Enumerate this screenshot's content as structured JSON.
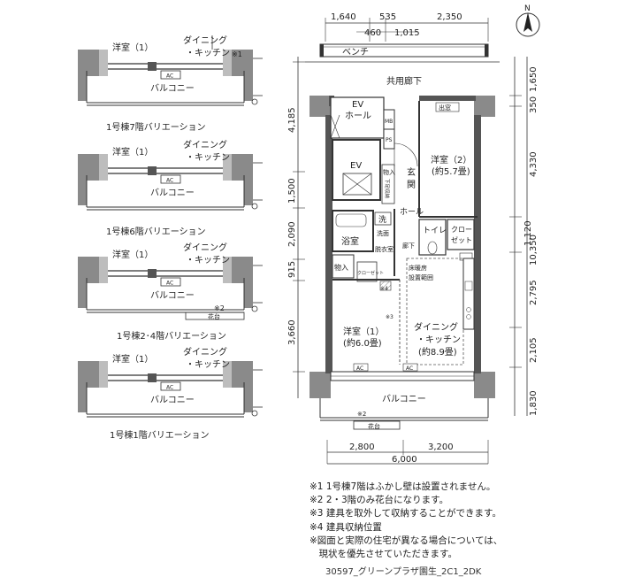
{
  "variations": [
    {
      "room": "洋室（1）",
      "dining": "ダイニング",
      "kitchen": "・キッチン",
      "note": "※1",
      "ac": "AC",
      "balcony": "バルコニー",
      "caption": "1号棟7階バリエーション",
      "planter": ""
    },
    {
      "room": "洋室（1）",
      "dining": "ダイニング",
      "kitchen": "・キッチン",
      "note": "",
      "ac": "AC",
      "balcony": "バルコニー",
      "caption": "1号棟6階バリエーション",
      "planter": ""
    },
    {
      "room": "洋室（1）",
      "dining": "ダイニング",
      "kitchen": "・キッチン",
      "note": "※2",
      "ac": "AC",
      "balcony": "バルコニー",
      "caption": "1号棟2･4階バリエーション",
      "planter": "花台"
    },
    {
      "room": "洋室（1）",
      "dining": "ダイニング",
      "kitchen": "・キッチン",
      "note": "",
      "ac": "AC",
      "balcony": "バルコニー",
      "caption": "1号棟1階バリエーション",
      "planter": ""
    }
  ],
  "dims": {
    "top_row1": [
      "1,640",
      "535",
      "2,350"
    ],
    "top_row2": [
      "460",
      "1,015"
    ],
    "left": [
      "4,185",
      "1,500",
      "2,090",
      "915",
      "3,660"
    ],
    "right": [
      "1,650",
      "350",
      "4,330",
      "1,120",
      "2,795",
      "2,105",
      "1,830"
    ],
    "right_total": "10,350",
    "bottom_row1": [
      "2,800",
      "3,200"
    ],
    "bottom_total": "6,000"
  },
  "labels": {
    "bench": "ベンチ",
    "corridor": "共用廊下",
    "ev_hall_1": "EV",
    "ev_hall_2": "ホール",
    "ev": "EV",
    "mb": "MB",
    "ps": "PS",
    "window": "出窓",
    "storage": "物入",
    "shoe": "下足収納",
    "entrance_1": "玄",
    "entrance_2": "関",
    "hall": "ホール",
    "western2_1": "洋室（2）",
    "western2_2": "(約5.7畳)",
    "wash": "洗",
    "bath": "浴室",
    "dress_1": "洗面",
    "dress_2": "脱衣室",
    "toilet": "トイレ",
    "closet_1": "クロー",
    "closet_2": "ゼット",
    "corridor2": "廊下",
    "storage2": "物入",
    "closet_small": "クローゼット",
    "floor_heat_1": "床暖房",
    "floor_heat_2": "設置範囲",
    "n4": "※4",
    "n3": "※3",
    "western1_1": "洋室（1）",
    "western1_2": "(約6.0畳)",
    "dk_1": "ダイニング",
    "dk_2": "・キッチン",
    "dk_3": "(約8.9畳)",
    "ac": "AC",
    "balcony": "バルコニー",
    "n2": "※2",
    "planter": "花台",
    "north": "N"
  },
  "notes": [
    "※1 1号棟7階はふかし壁は設置されません。",
    "※2 2・3階のみ花台になります。",
    "※3 建具を取外して収納することができます。",
    "※4 建具収納位置",
    "※図面と実際の住宅が異なる場合については、",
    "　現状を優先させていただきます。"
  ],
  "reference": "30597_グリーンプラザ園生_2C1_2DK"
}
